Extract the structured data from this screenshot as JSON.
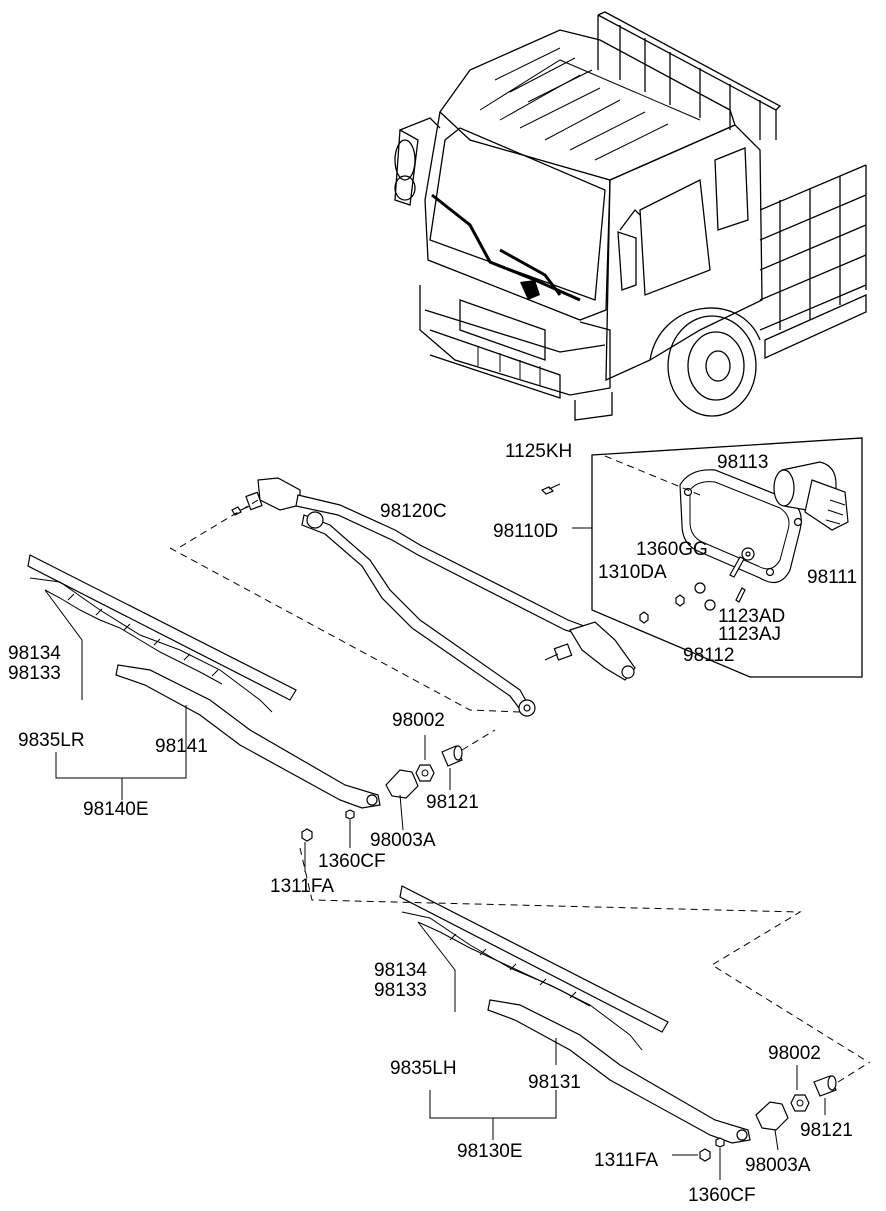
{
  "diagram": {
    "labels": [
      "1125KH",
      "98113",
      "98120C",
      "98110D",
      "1360GG",
      "1310DA",
      "98111",
      "1123AD",
      "1123AJ",
      "98112",
      "98134",
      "98133",
      "9835LR",
      "98141",
      "98140E",
      "98002",
      "98121",
      "98003A",
      "1360CF",
      "1311FA",
      "98134",
      "98133",
      "9835LH",
      "98131",
      "98130E",
      "98002",
      "98121",
      "98003A",
      "1311FA",
      "1360CF"
    ]
  }
}
